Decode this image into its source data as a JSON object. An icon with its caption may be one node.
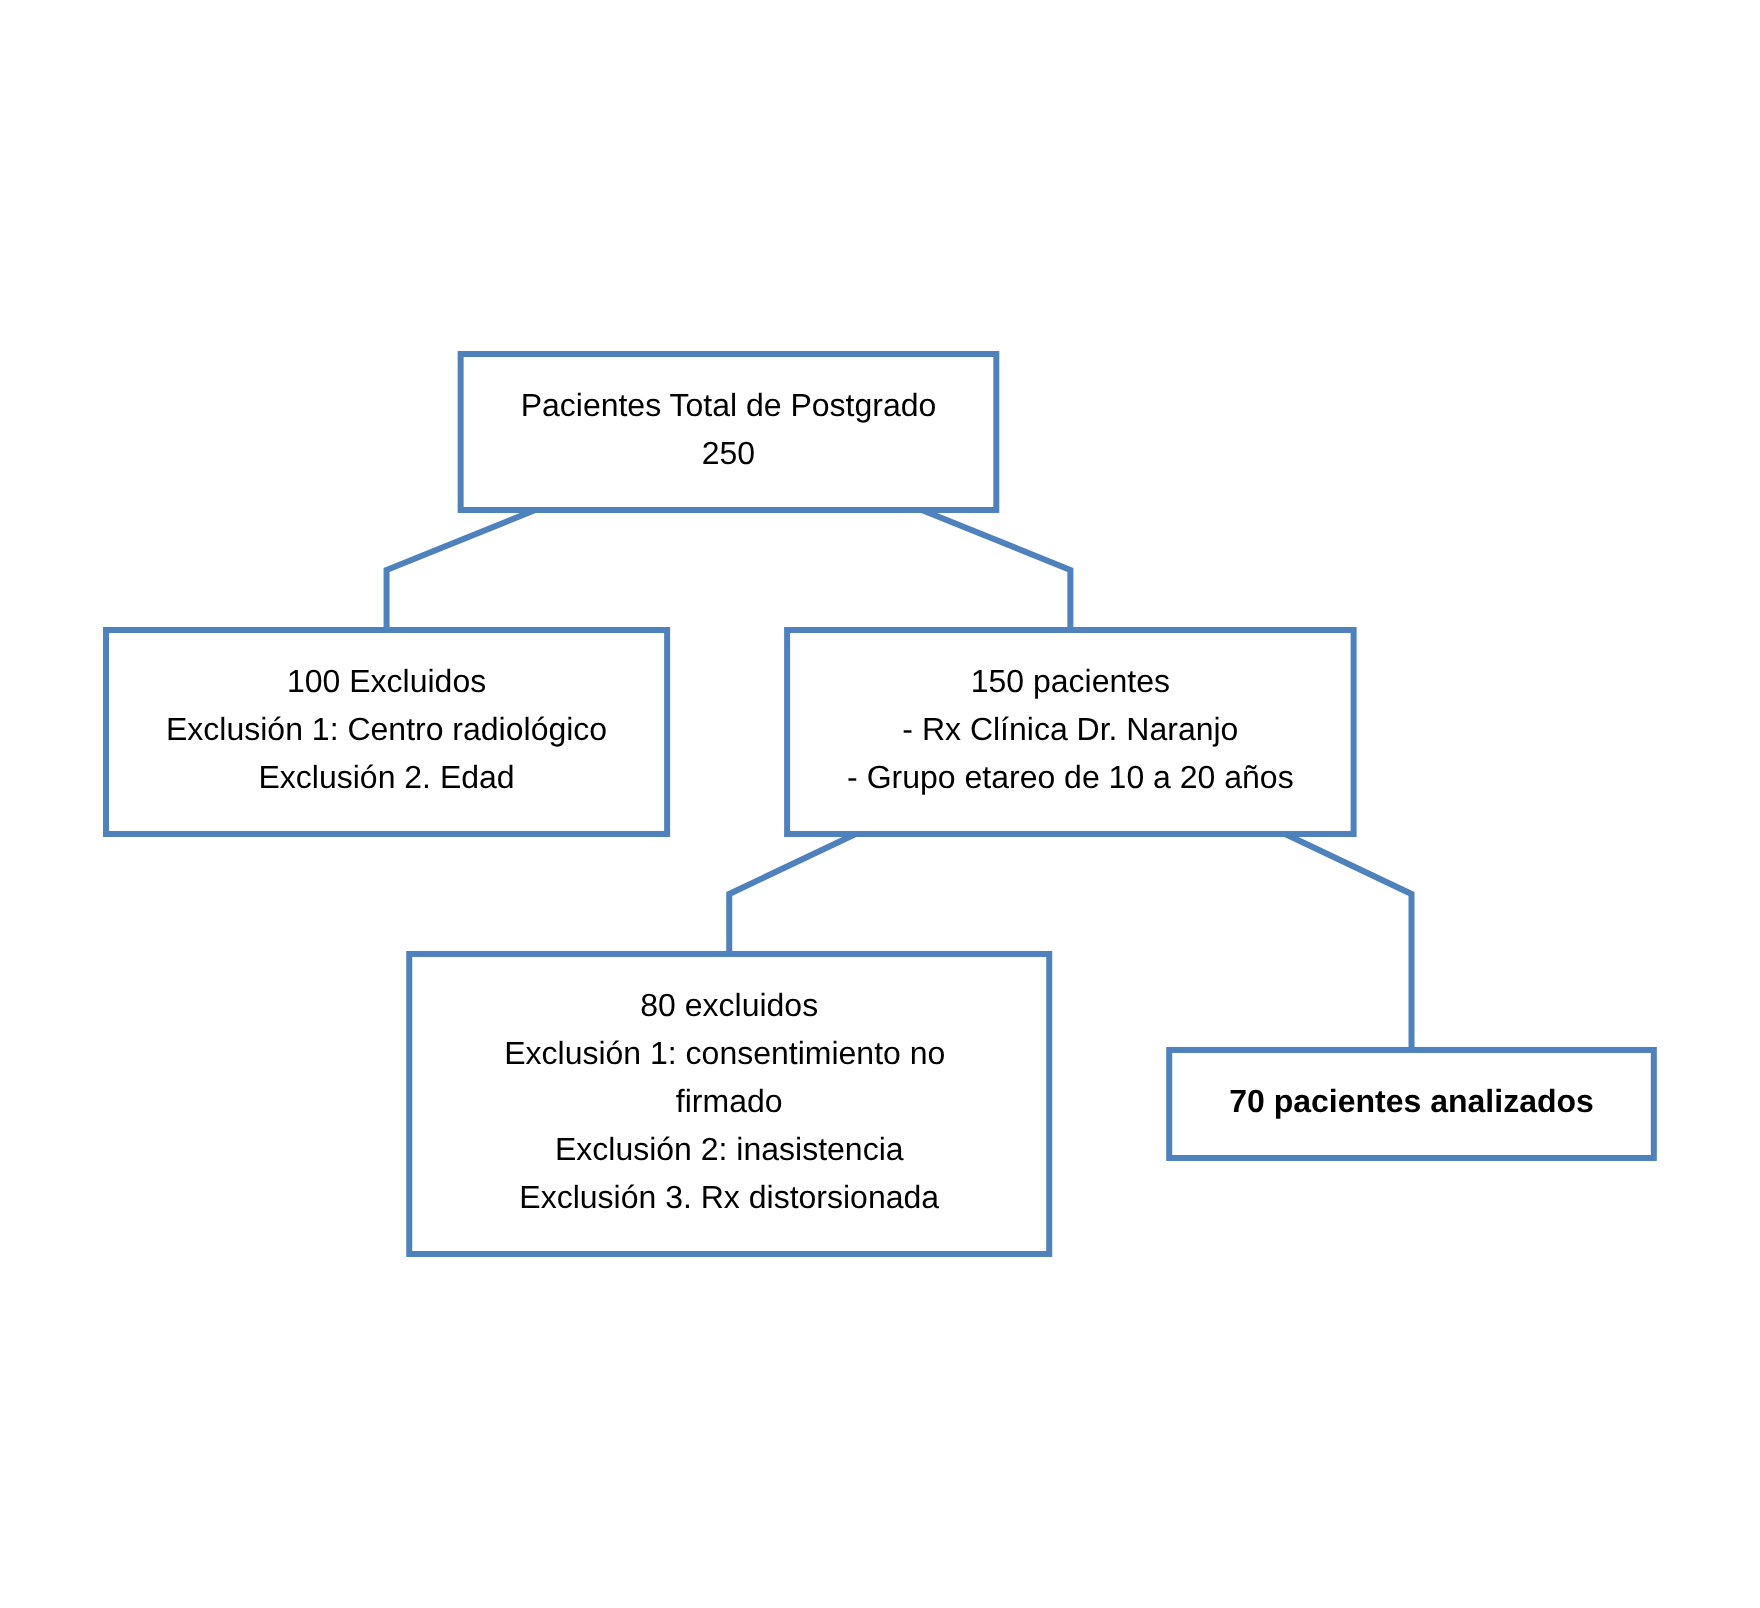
{
  "diagram": {
    "nodes": [
      {
        "text": [
          "Pacientes Total de Postgrado",
          "250"
        ]
      },
      {
        "text": [
          "100 Excluidos",
          "Exclusión 1: Centro radiológico",
          "Exclusión 2. Edad"
        ]
      },
      {
        "text": [
          "150 pacientes",
          "- Rx Clínica Dr. Naranjo",
          "- Grupo etareo de 10 a 20 años"
        ]
      },
      {
        "text": [
          "80 excluidos",
          "Exclusión 1: consentimiento no firmado",
          "Exclusión 2: inasistencia",
          "Exclusión 3. Rx distorsionada"
        ]
      },
      {
        "text": [
          "70 pacientes analizados"
        ]
      }
    ],
    "edges": [
      {
        "from": 0,
        "to": 1,
        "arrow": "none"
      },
      {
        "from": 0,
        "to": 2,
        "arrow": "none"
      },
      {
        "from": 2,
        "to": 3,
        "arrow": "none"
      },
      {
        "from": 2,
        "to": 4,
        "arrow": "none"
      }
    ]
  }
}
